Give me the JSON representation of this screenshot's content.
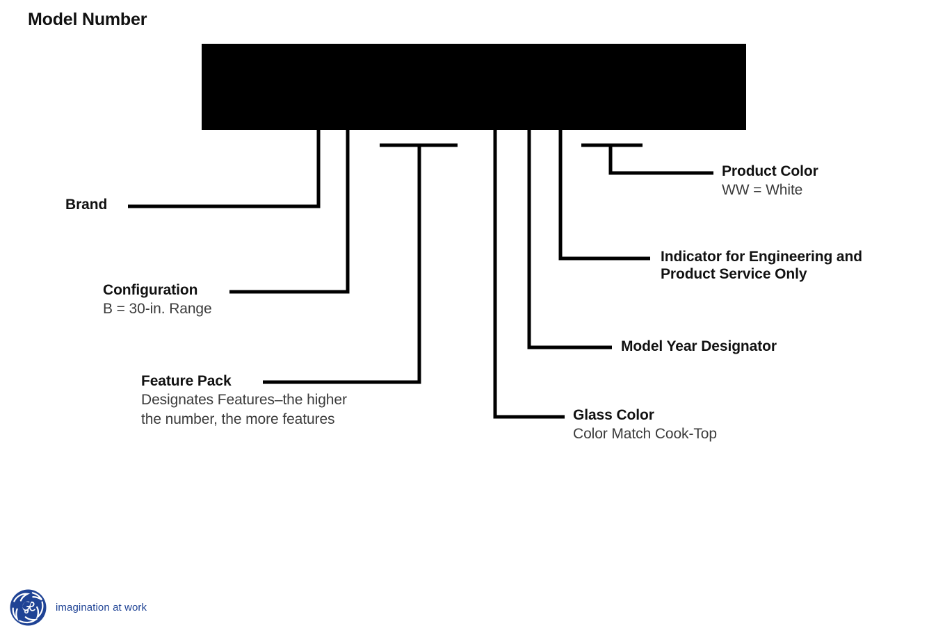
{
  "page": {
    "title": "Model Number",
    "background_color": "#ffffff",
    "ink_color": "#111111",
    "subtext_color": "#3b3b3b"
  },
  "model_number_block": {
    "name": "redacted-model-number",
    "state": "redacted",
    "fill_color": "#000000"
  },
  "callouts": [
    {
      "key": "brand",
      "title": "Brand",
      "sub": ""
    },
    {
      "key": "configuration",
      "title": "Configuration",
      "sub": "B = 30-in. Range"
    },
    {
      "key": "feature_pack",
      "title": "Feature Pack",
      "sub_line1": "Designates Features–the higher",
      "sub_line2": "the number, the more features"
    },
    {
      "key": "glass_color",
      "title": "Glass Color",
      "sub": "Color Match Cook-Top"
    },
    {
      "key": "model_year",
      "title": "Model Year Designator",
      "sub": ""
    },
    {
      "key": "indicator",
      "title_line1": "Indicator for Engineering and",
      "title_line2": "Product Service Only",
      "sub": ""
    },
    {
      "key": "product_color",
      "title": "Product Color",
      "sub": "WW = White"
    }
  ],
  "brand": {
    "title": "Brand"
  },
  "configuration": {
    "title": "Configuration",
    "sub": "B = 30-in. Range"
  },
  "feature_pack": {
    "title": "Feature Pack",
    "sub_line1": "Designates Features–the higher",
    "sub_line2": "the number, the more features"
  },
  "glass_color": {
    "title": "Glass Color",
    "sub": "Color Match Cook-Top"
  },
  "model_year": {
    "title": "Model Year Designator"
  },
  "indicator": {
    "title_line1": "Indicator for Engineering and",
    "title_line2": "Product Service Only"
  },
  "product_color": {
    "title": "Product Color",
    "sub": "WW = White"
  },
  "logo": {
    "brand_mark": "ge-monogram",
    "monogram_text": "GE",
    "tagline": "imagination at work",
    "brand_color": "#1f4395"
  }
}
